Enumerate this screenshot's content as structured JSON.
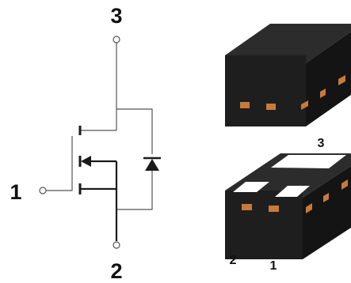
{
  "schematic": {
    "pins": {
      "gate": "1",
      "drain": "3",
      "source": "2"
    }
  },
  "package_bottom": {
    "pins": {
      "drain": "3",
      "source": "2",
      "gate": "1"
    }
  },
  "colors": {
    "line": "#1a1a1a",
    "wire": "#555555",
    "body_front": "#1e1e1e",
    "body_top": "#2c2c2c",
    "body_side": "#141414",
    "pad": "#c97a3a",
    "thermal_pad": "#ffffff"
  }
}
